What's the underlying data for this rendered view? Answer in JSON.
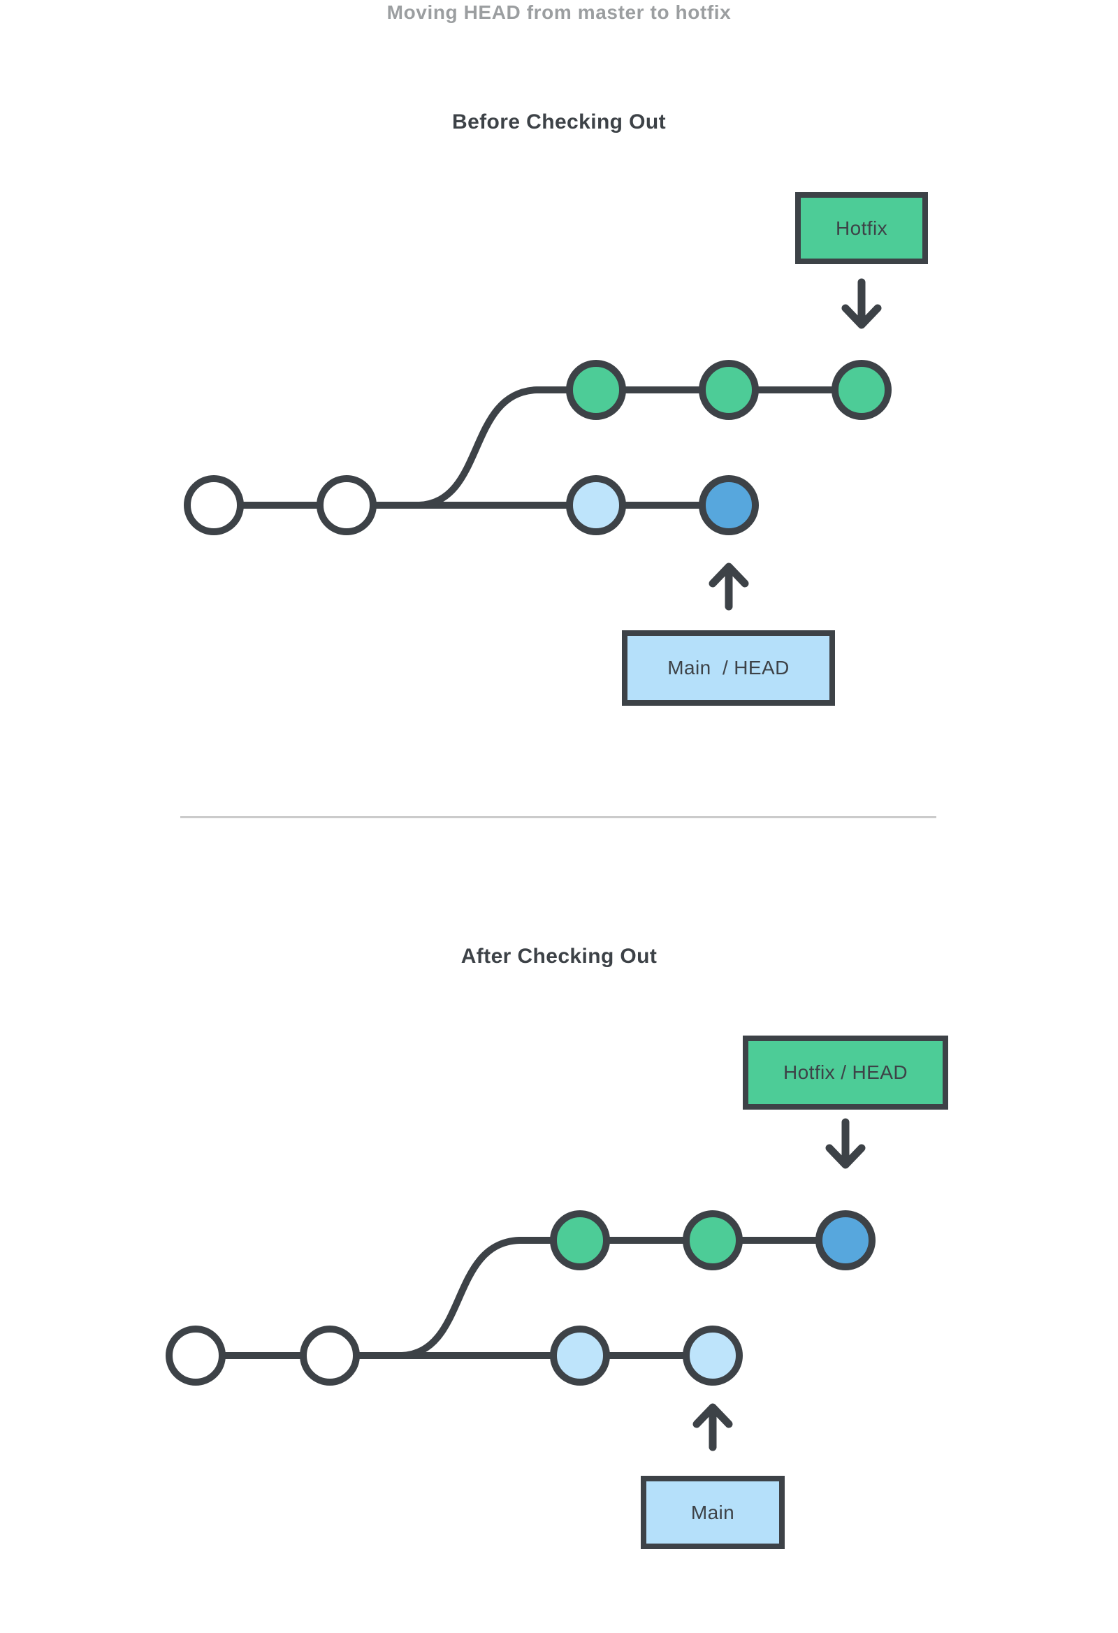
{
  "title": "Moving HEAD from master to hotfix",
  "colors": {
    "outline": "#3D4247",
    "branch_green": "#4DCC97",
    "head_blue": "#57A7DD",
    "commit_light_blue": "#BEE4FB",
    "label_light_blue": "#B5E0FA",
    "commit_white": "#FFFFFF",
    "title_gray": "#9B9EA0",
    "divider_gray": "#CBCBCB"
  },
  "before": {
    "heading": "Before Checking Out",
    "hotfix_label": "Hotfix",
    "main_label": "Main  / HEAD",
    "hotfix_commits": [
      "#4DCC97",
      "#4DCC97",
      "#4DCC97"
    ],
    "main_commits": [
      "#FFFFFF",
      "#FFFFFF",
      "#BEE4FB",
      "#57A7DD"
    ]
  },
  "after": {
    "heading": "After Checking Out",
    "hotfix_label": "Hotfix / HEAD",
    "main_label": "Main",
    "hotfix_commits": [
      "#4DCC97",
      "#4DCC97",
      "#57A7DD"
    ],
    "main_commits": [
      "#FFFFFF",
      "#FFFFFF",
      "#BEE4FB",
      "#BEE4FB"
    ]
  }
}
